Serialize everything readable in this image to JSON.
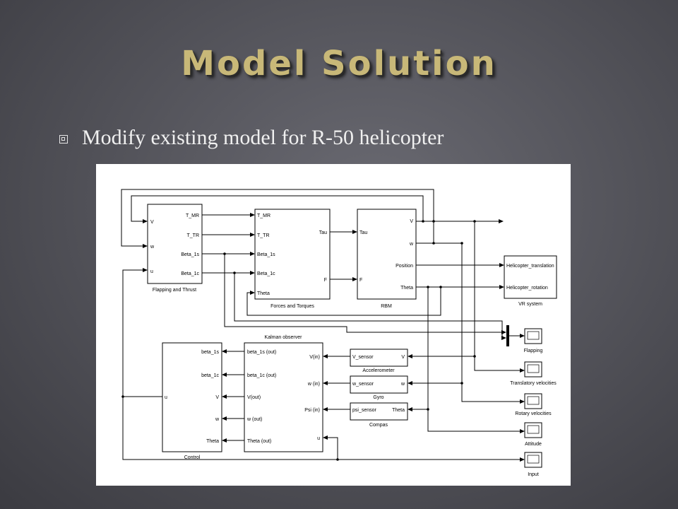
{
  "slide": {
    "title": "Model Solution",
    "bullet": "Modify existing model for R-50 helicopter"
  },
  "diagram": {
    "flapping": {
      "name": "Flapping and Thrust",
      "inputs": [
        "V",
        "w",
        "u"
      ],
      "outputs": [
        "T_MR",
        "T_TR",
        "Beta_1s",
        "Beta_1c"
      ]
    },
    "forces": {
      "name": "Forces and Torques",
      "inputs": [
        "T_MR",
        "T_TR",
        "Beta_1s",
        "Beta_1c",
        "Theta"
      ],
      "outputs": [
        "Tau",
        "F"
      ]
    },
    "rbm": {
      "name": "RBM",
      "inputs": [
        "Tau",
        "F"
      ],
      "outputs": [
        "V",
        "w",
        "Position",
        "Theta"
      ]
    },
    "vr": {
      "name": "VR system",
      "inputs": [
        "Helicopter_translation",
        "Helicopter_rotation"
      ]
    },
    "control": {
      "name": "Control",
      "inputs": [
        "beta_1s",
        "beta_1c",
        "V",
        "w",
        "Theta"
      ],
      "output": "u"
    },
    "kalman": {
      "name": "Kalman observer",
      "left_ports": [
        "beta_1s (out)",
        "beta_1c (out)",
        "V(out)",
        "w (out)",
        "Theta (out)"
      ],
      "right_ports": [
        "V(in)",
        "w (in)",
        "Psi (in)",
        "u"
      ]
    },
    "sensors": [
      {
        "name": "Accelerometer",
        "left": "V_sensor",
        "right": "V"
      },
      {
        "name": "Gyro",
        "left": "w_sensor",
        "right": "w"
      },
      {
        "name": "Compas",
        "left": "psi_sensor",
        "right": "Theta"
      }
    ],
    "scopes": [
      "Flapping",
      "Translatory velocities",
      "Rotary velocities",
      "Attitude",
      "Input"
    ]
  }
}
